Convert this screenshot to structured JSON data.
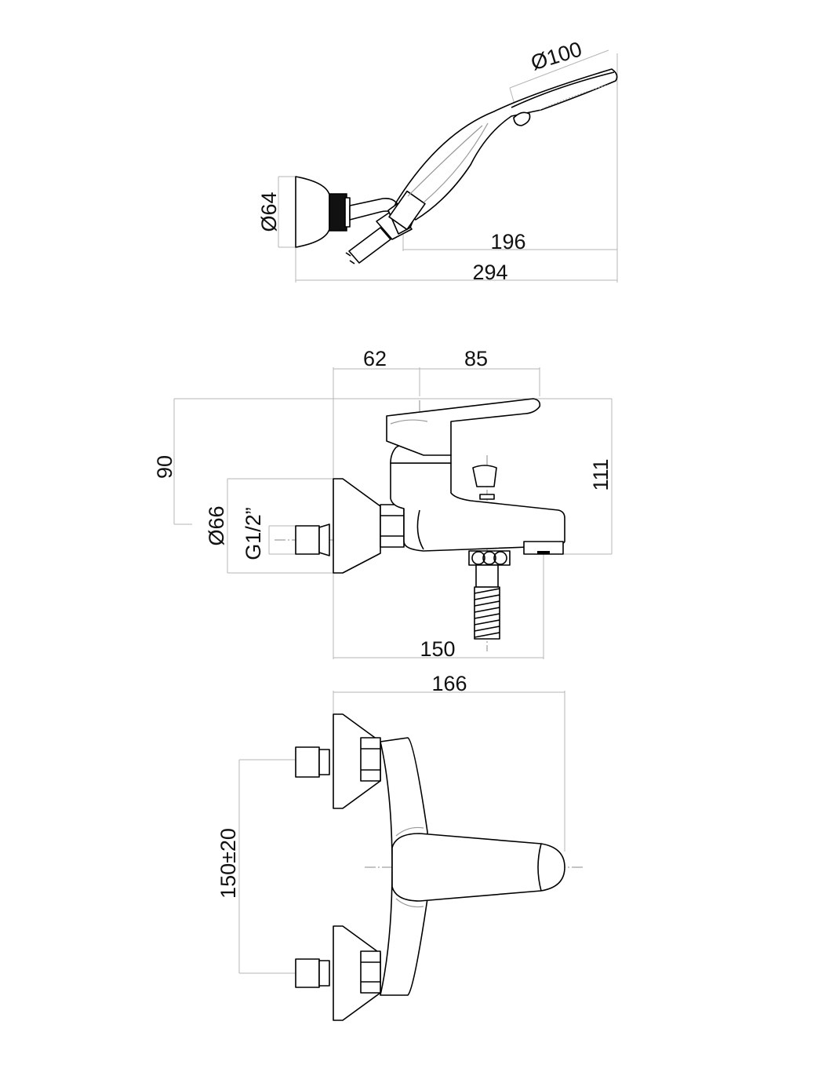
{
  "shower_set_view": {
    "dim_head_diameter": "Ø100",
    "dim_flange_diameter": "Ø64",
    "dim_holder_to_head": "196",
    "dim_overall_length": "294"
  },
  "mixer_side_view": {
    "dim_wall_to_axis": "62",
    "dim_axis_to_lever": "85",
    "dim_height_lever": "90",
    "dim_height_total": "111",
    "dim_flange_diameter": "Ø66",
    "dim_thread": "G1/2”",
    "dim_spout_projection": "150"
  },
  "mixer_top_view": {
    "dim_overall_depth": "166",
    "dim_inlet_spacing": "150±20"
  }
}
